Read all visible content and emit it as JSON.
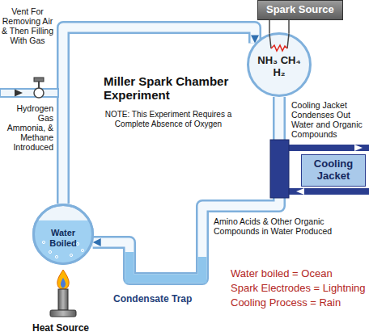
{
  "diagram": {
    "title": "Miller Spark Chamber Experiment",
    "nodes": [
      {
        "text": [
          "Spark Source"
        ]
      },
      {
        "text": [
          "NH₃ CH₄ H₂"
        ]
      },
      {
        "text": [
          "Cooling Jacket"
        ]
      },
      {
        "text": [
          "Water Boiled"
        ]
      }
    ],
    "edges": [
      {
        "from": 0,
        "to": 1,
        "arrow": "none"
      },
      {
        "from": 3,
        "to": 1,
        "arrow": "to"
      },
      {
        "from": 1,
        "to": 3,
        "arrow": "to"
      }
    ],
    "labels": [
      "Vent For Removing Air & Then Filling With Gas",
      "Hydrogen Gas Ammonia, & Methane Introduced",
      "NOTE: This Experiment Requires a Complete Absence of Oxygen",
      "Cooling Jacket Condenses Out Water and Organic Compounds",
      "Amino Acids & Other Organic Compounds in Water Produced",
      "Condensate Trap",
      "Heat Source",
      "Water boiled = Ocean",
      "Spark Electrodes = Lightning",
      "Cooling Process = Rain"
    ]
  }
}
